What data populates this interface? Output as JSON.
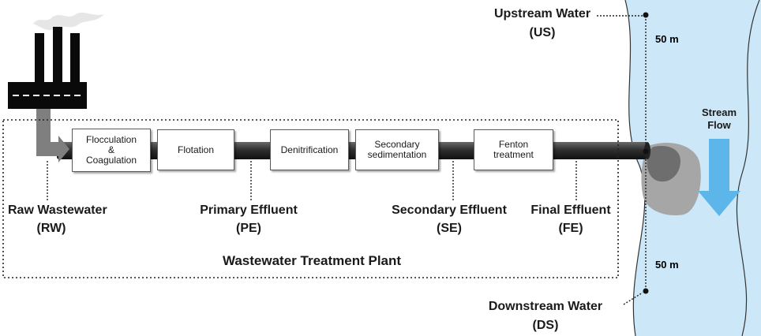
{
  "diagram": {
    "plant_label": "Wastewater Treatment Plant",
    "processes": [
      {
        "label": "Flocculation\n&\nCoagulation"
      },
      {
        "label": "Flotation"
      },
      {
        "label": "Denitrification"
      },
      {
        "label": "Secondary\nsedimentation"
      },
      {
        "label": "Fenton\ntreatment"
      }
    ],
    "sampling_points": [
      {
        "name": "Raw Wastewater",
        "code": "(RW)"
      },
      {
        "name": "Primary Effluent",
        "code": "(PE)"
      },
      {
        "name": "Secondary Effluent",
        "code": "(SE)"
      },
      {
        "name": "Final Effluent",
        "code": "(FE)"
      }
    ],
    "river": {
      "upstream": {
        "name": "Upstream Water",
        "code": "(US)"
      },
      "downstream": {
        "name": "Downstream Water",
        "code": "(DS)"
      },
      "upstream_distance": "50 m",
      "downstream_distance": "50 m",
      "flow_label": "Stream\nFlow"
    },
    "colors": {
      "river": "#cce8f8",
      "flow_arrow": "#5cb6ea",
      "pipe": "#2f2f2f",
      "plume_outer": "#a6a6a6",
      "plume_inner": "#6e6e6e",
      "factory": "#0a0a0a",
      "inlet_arrow": "#7f7f7f"
    },
    "icons": [
      "factory-icon",
      "inlet-arrow-icon",
      "flow-arrow-icon"
    ]
  }
}
